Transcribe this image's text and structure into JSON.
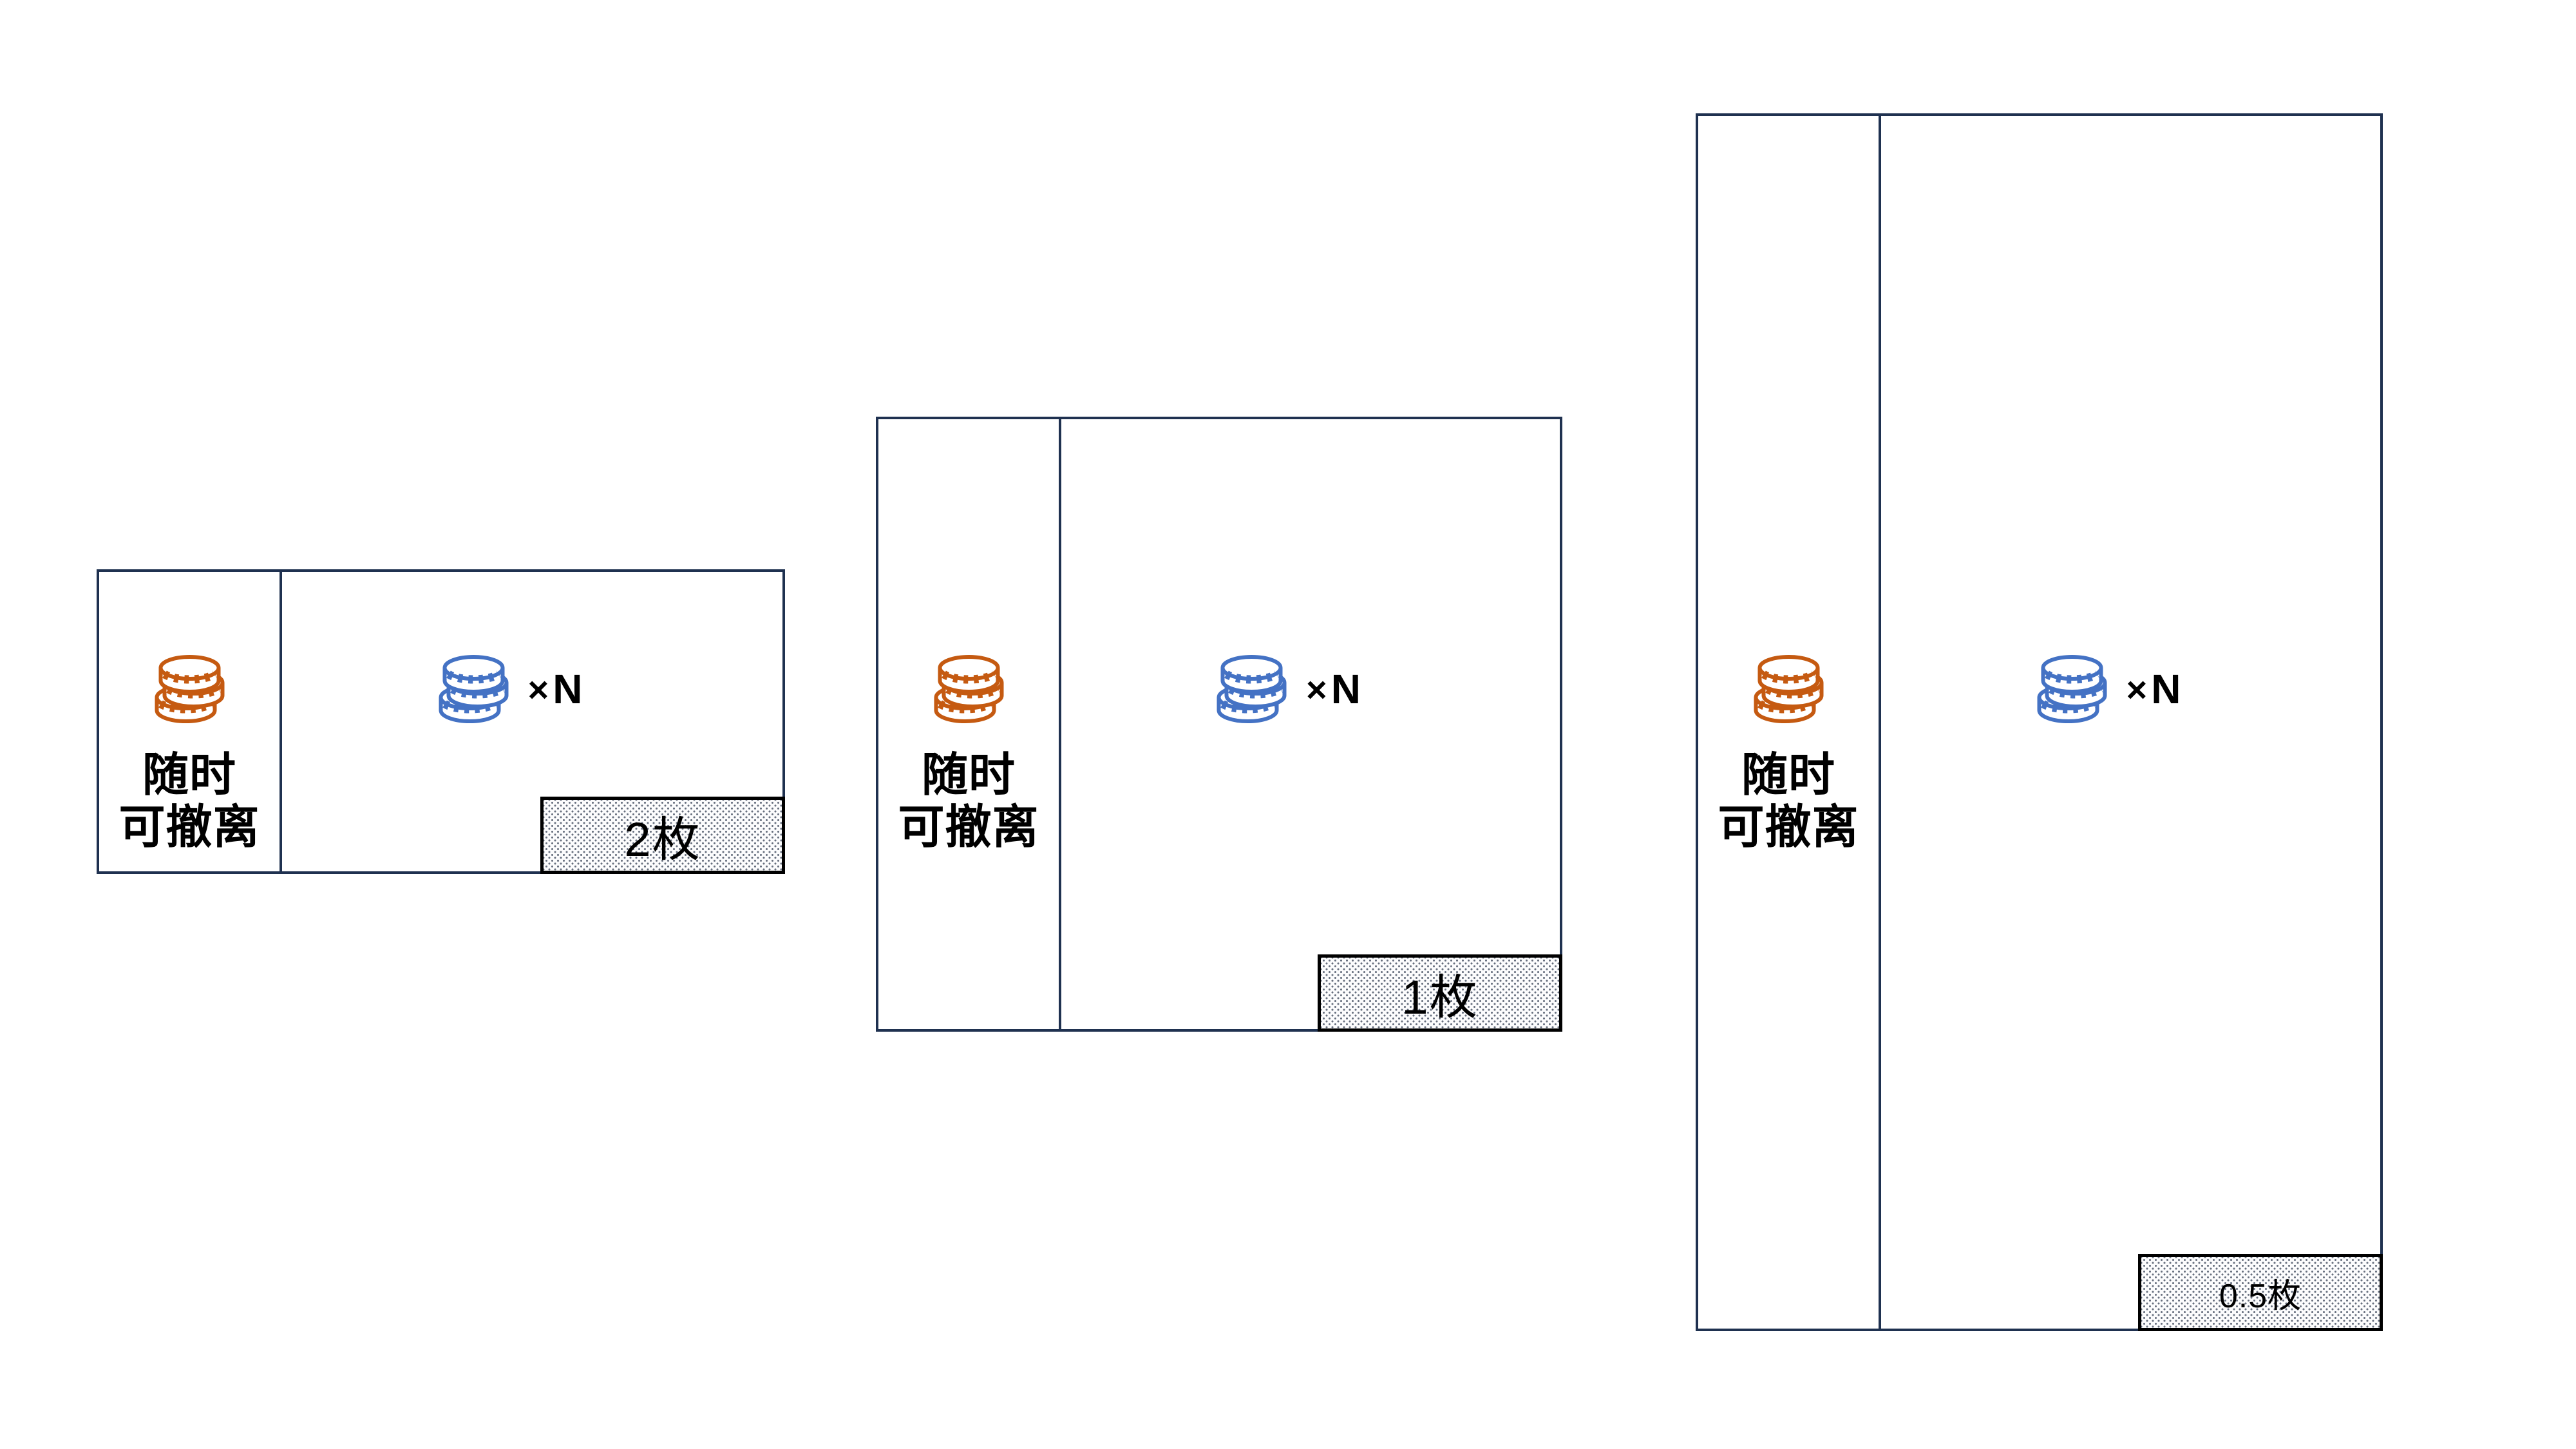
{
  "diagram": {
    "colors": {
      "box_border": "#1F3150",
      "orange": "#C55A11",
      "blue": "#4472C4",
      "badge_border": "#000000",
      "badge_bg": "#FCFCFD",
      "badge_dot": "#68707F",
      "text": "#000000",
      "background": "#FFFFFF"
    },
    "boxes": [
      {
        "id": "stack-2",
        "left": {
          "icon": "orange-coin-stack-icon",
          "label_line1": "随时",
          "label_line2": "可撤离"
        },
        "right": {
          "icon": "blue-coin-stack-icon",
          "times": "×",
          "multiplier": "N"
        },
        "badge": "2枚"
      },
      {
        "id": "stack-1",
        "left": {
          "icon": "orange-coin-stack-icon",
          "label_line1": "随时",
          "label_line2": "可撤离"
        },
        "right": {
          "icon": "blue-coin-stack-icon",
          "times": "×",
          "multiplier": "N"
        },
        "badge": "1枚"
      },
      {
        "id": "stack-05",
        "left": {
          "icon": "orange-coin-stack-icon",
          "label_line1": "随时",
          "label_line2": "可撤离"
        },
        "right": {
          "icon": "blue-coin-stack-icon",
          "times": "×",
          "multiplier": "N"
        },
        "badge": "0.5枚"
      }
    ]
  }
}
